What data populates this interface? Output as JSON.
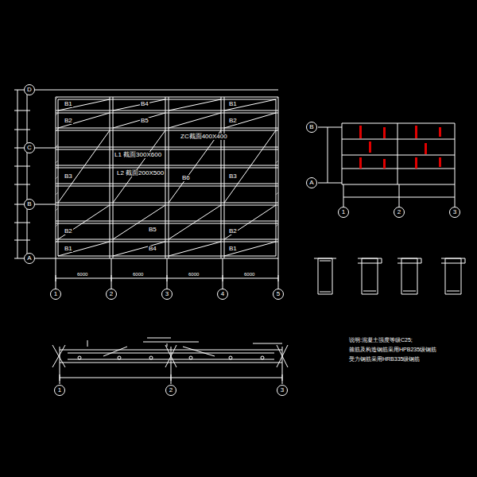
{
  "diagram": {
    "nodes": [
      {
        "text": [
          "D"
        ]
      },
      {
        "text": [
          "C"
        ]
      },
      {
        "text": [
          "B"
        ]
      },
      {
        "text": [
          "A"
        ]
      },
      {
        "text": [
          "1"
        ]
      },
      {
        "text": [
          "2"
        ]
      },
      {
        "text": [
          "3"
        ]
      },
      {
        "text": [
          "4"
        ]
      },
      {
        "text": [
          "5"
        ]
      },
      {
        "text": [
          "B"
        ]
      },
      {
        "text": [
          "A"
        ]
      },
      {
        "text": [
          "1"
        ]
      },
      {
        "text": [
          "2"
        ]
      },
      {
        "text": [
          "3"
        ]
      },
      {
        "text": [
          "1"
        ]
      },
      {
        "text": [
          "2"
        ]
      },
      {
        "text": [
          "3"
        ]
      }
    ],
    "labels": [
      "B1",
      "B4",
      "B1",
      "B2",
      "B5",
      "B2",
      "B3",
      "B6",
      "B3",
      "B2",
      "B5",
      "B2",
      "B1",
      "B4",
      "B1",
      "ZC截面400X400",
      "L1 截面300X600",
      "L2 截面200X500",
      "6000",
      "6000",
      "6000",
      "6000",
      "说明:混凝土强度等级C25;",
      "箍筋及构造钢筋采用HPB235级钢筋",
      "受力钢筋采用HRB335级钢筋"
    ]
  }
}
